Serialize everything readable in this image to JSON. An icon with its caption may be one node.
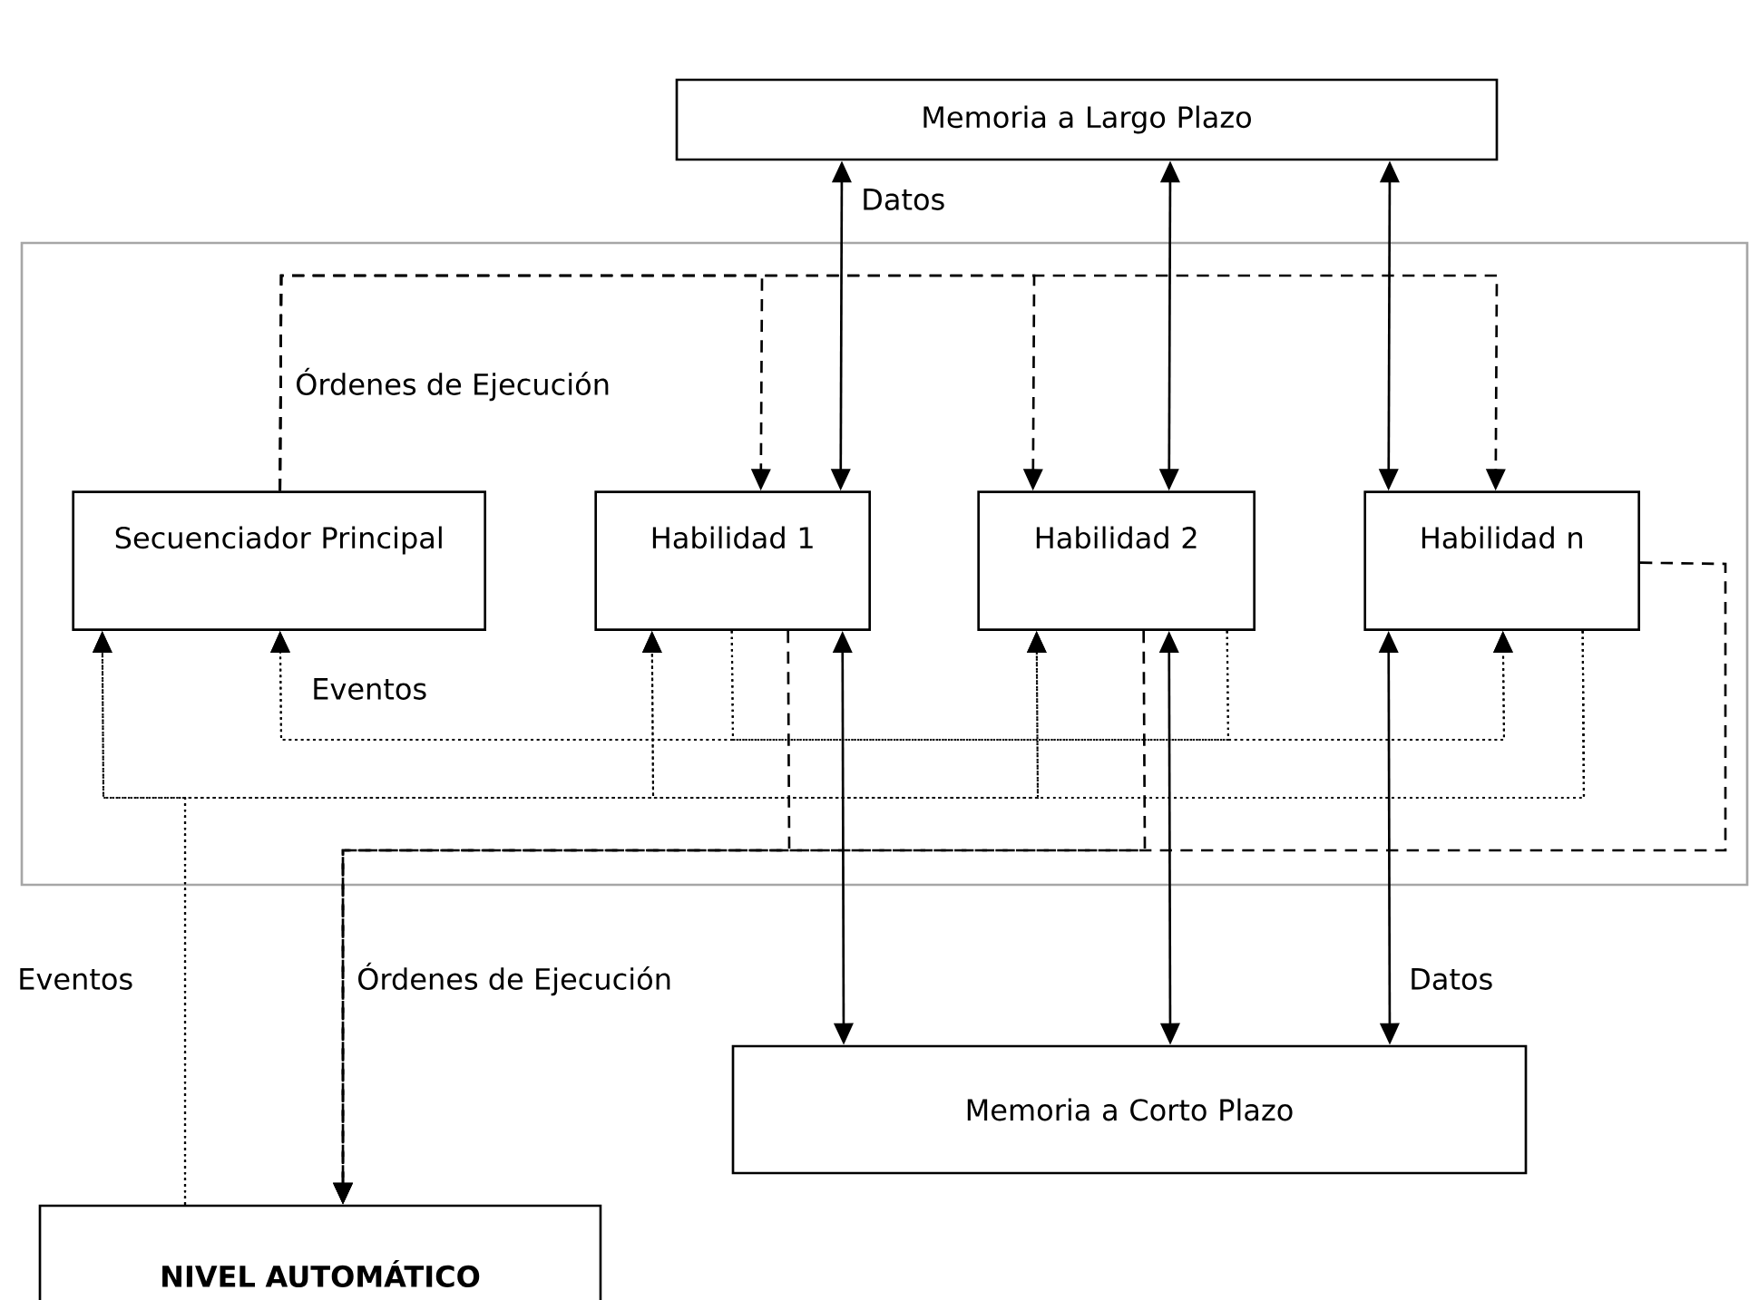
{
  "diagram": {
    "nodes": [
      {
        "text": [
          "Memoria a Largo Plazo"
        ]
      },
      {
        "text": [],
        "shape": "box"
      },
      {
        "text": [
          "Secuenciador Principal"
        ],
        "in": 1
      },
      {
        "text": [
          "Habilidad 1"
        ],
        "in": 1
      },
      {
        "text": [
          "Habilidad 2"
        ],
        "in": 1
      },
      {
        "text": [
          "Habilidad n"
        ],
        "in": 1
      },
      {
        "text": [
          "Memoria  a Corto Plazo"
        ]
      },
      {
        "text": [
          "NIVEL AUTOMÁTICO"
        ]
      }
    ],
    "edges": [
      {
        "from": 0,
        "to": 3,
        "arrow": "both",
        "label": "Datos"
      },
      {
        "from": 0,
        "to": 4,
        "arrow": "both"
      },
      {
        "from": 0,
        "to": 5,
        "arrow": "both"
      },
      {
        "from": 3,
        "to": 6,
        "arrow": "both"
      },
      {
        "from": 4,
        "to": 6,
        "arrow": "both"
      },
      {
        "from": 5,
        "to": 6,
        "arrow": "both",
        "label": "Datos"
      },
      {
        "from": 2,
        "to": 3,
        "arrow": "to",
        "style": "dashed",
        "label": "Órdenes de Ejecución"
      },
      {
        "from": 2,
        "to": 4,
        "arrow": "to",
        "style": "dashed"
      },
      {
        "from": 2,
        "to": 5,
        "arrow": "to",
        "style": "dashed"
      },
      {
        "from": 3,
        "to": 7,
        "arrow": "to",
        "style": "dashed",
        "label": "Órdenes de Ejecución"
      },
      {
        "from": 4,
        "to": 7,
        "arrow": "to",
        "style": "dashed"
      },
      {
        "from": 5,
        "to": 7,
        "arrow": "to",
        "style": "dashed"
      },
      {
        "from": 3,
        "to": 2,
        "arrow": "to",
        "style": "dashed",
        "label": "Eventos"
      },
      {
        "from": 4,
        "to": 2,
        "arrow": "to",
        "style": "dashed"
      },
      {
        "from": 3,
        "to": 5,
        "arrow": "to",
        "style": "dashed"
      },
      {
        "from": 4,
        "to": 5,
        "arrow": "to",
        "style": "dashed"
      },
      {
        "from": 5,
        "to": 2,
        "arrow": "to",
        "style": "dashed"
      },
      {
        "from": 5,
        "to": 3,
        "arrow": "to",
        "style": "dashed"
      },
      {
        "from": 5,
        "to": 4,
        "arrow": "to",
        "style": "dashed"
      },
      {
        "from": 7,
        "to": 2,
        "arrow": "to",
        "style": "dashed",
        "label": "Eventos"
      },
      {
        "from": 7,
        "to": 3,
        "arrow": "to",
        "style": "dashed"
      },
      {
        "from": 7,
        "to": 4,
        "arrow": "to",
        "style": "dashed"
      }
    ]
  }
}
